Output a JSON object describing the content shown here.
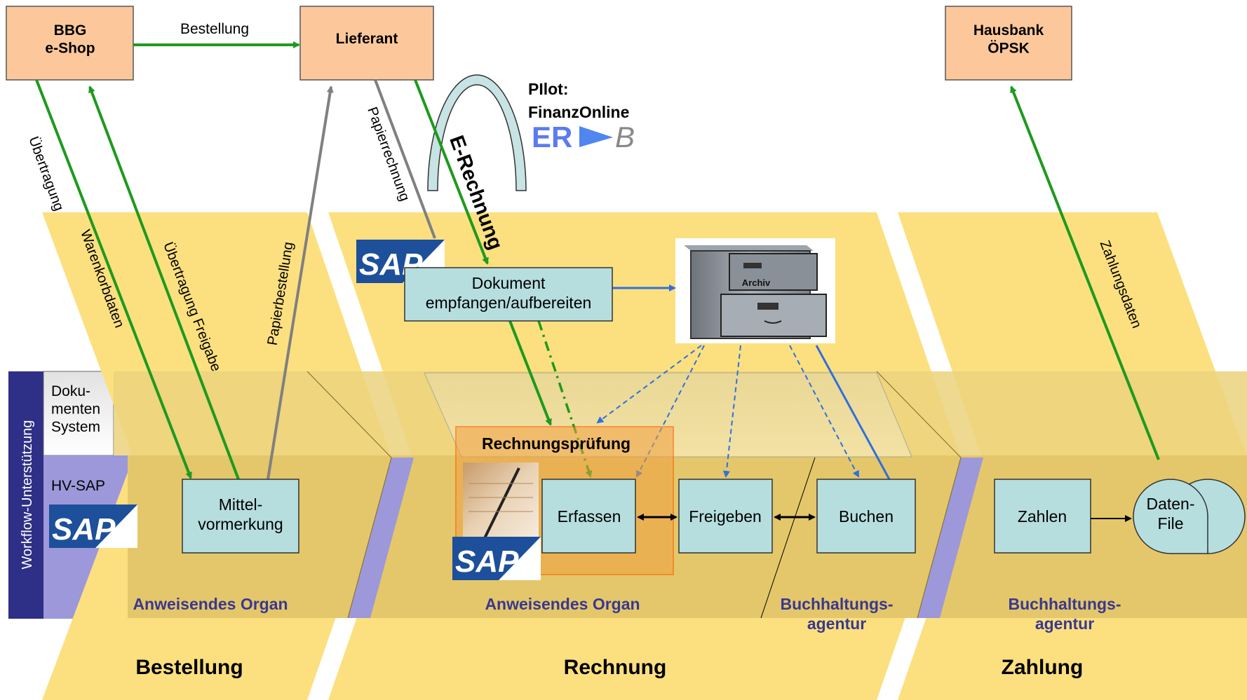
{
  "colors": {
    "lane_yellow": "#FCE07F",
    "band_dark": "#E4C76A",
    "actor_orange": "#FCC89B",
    "process_teal": "#B6DEDF",
    "green_arrow": "#1E9A1E",
    "gray_arrow": "#808080",
    "blue_arrow": "#2F6FE0",
    "purple": "#9C98DA",
    "navy": "#2E2F86",
    "org_text": "#3A3891",
    "highlight_orange": "#F0A040"
  },
  "actors": {
    "bbg": "BBG\ne-Shop",
    "lieferant": "Lieferant",
    "hausbank": "Hausbank\nÖPSK"
  },
  "pilot": {
    "line1": "PIlot:",
    "line2": "FinanzOnline",
    "logo_er": "ER",
    "logo_b": "B"
  },
  "side": {
    "workflow": "Workflow-Unterstützung",
    "dms": "Doku-\nmenten\nSystem",
    "hvsap": "HV-SAP"
  },
  "phases": {
    "bestellung": "Bestellung",
    "rechnung": "Rechnung",
    "zahlung": "Zahlung"
  },
  "orgs": {
    "org1": "Anweisendes Organ",
    "org2": "Anweisendes Organ",
    "agentur1": "Buchhaltungs-\nagentur",
    "agentur2": "Buchhaltungs-\nagentur"
  },
  "processes": {
    "mittel": "Mittel-\nvormerkung",
    "dokument": "Dokument\nempfangen/aufbereiten",
    "pruefung": "Rechnungsprüfung",
    "erfassen": "Erfassen",
    "freigeben": "Freigeben",
    "buchen": "Buchen",
    "zahlen": "Zahlen",
    "datenfile": "Daten-\nFile"
  },
  "archive_label": "Archiv",
  "sap_logo": "SAP",
  "arrows": {
    "bestellung": "Bestellung",
    "uebertragung": "Übertragung",
    "warenkorbdaten": "Warenkorbdaten",
    "uebertragung_freigabe": "Übertragung Freigabe",
    "papierbestellung": "Papierbestellung",
    "papierrechnung": "Papierrechnung",
    "e_rechnung": "E-Rechnung",
    "zahlungsdaten": "Zahlungsdaten"
  }
}
